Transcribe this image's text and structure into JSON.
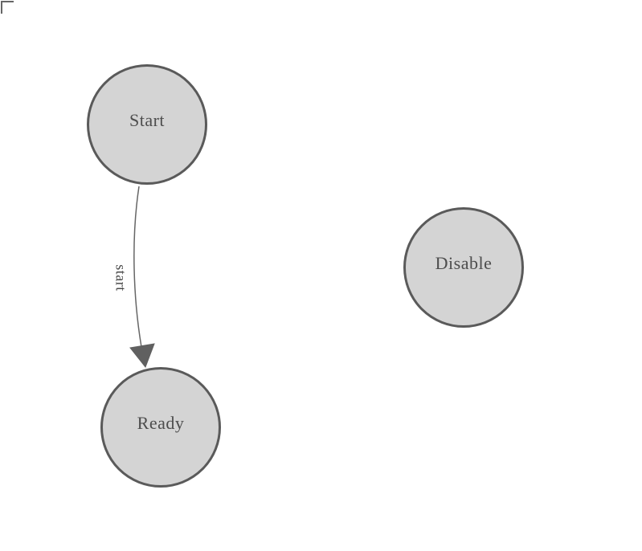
{
  "diagram": {
    "type": "state-machine",
    "background_color": "#ffffff",
    "nodes": [
      {
        "id": "start",
        "label": "Start",
        "shape": "circle",
        "fill": "#d4d4d4",
        "stroke": "#5a5a5a",
        "label_color": "#4d4d4d"
      },
      {
        "id": "ready",
        "label": "Ready",
        "shape": "circle",
        "fill": "#d4d4d4",
        "stroke": "#5a5a5a",
        "label_color": "#4d4d4d"
      },
      {
        "id": "disable",
        "label": "Disable",
        "shape": "circle",
        "fill": "#d4d4d4",
        "stroke": "#5a5a5a",
        "label_color": "#4d4d4d"
      }
    ],
    "edges": [
      {
        "from": "Start",
        "to": "Ready",
        "label": "start",
        "line_color": "#666666",
        "arrowhead": "filled-triangle",
        "label_rotation_deg": 90
      }
    ],
    "decorations": {
      "corner_mark": "top-left-L-bracket",
      "corner_mark_color": "#666666"
    }
  }
}
